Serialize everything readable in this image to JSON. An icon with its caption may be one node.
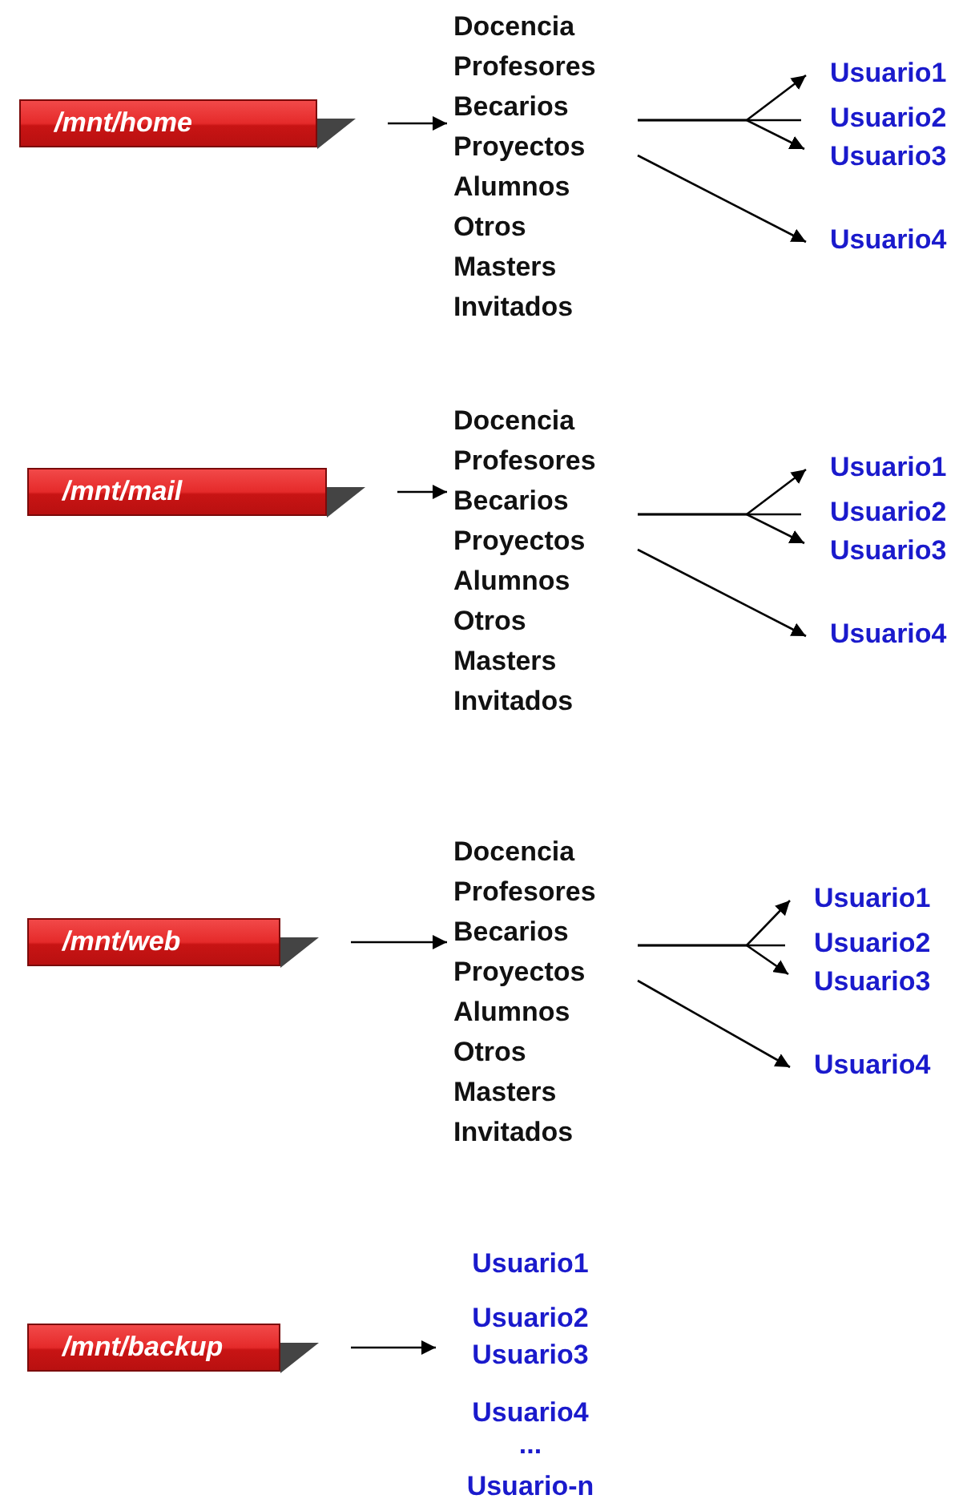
{
  "diagram": {
    "nodes": [
      {
        "text": [
          "/mnt/home"
        ]
      },
      {
        "text": [
          "Docencia",
          "Profesores",
          "Becarios",
          "Proyectos",
          "Alumnos",
          "Otros",
          "Masters",
          "Invitados"
        ]
      },
      {
        "text": [
          "Usuario1"
        ]
      },
      {
        "text": [
          "Usuario2"
        ]
      },
      {
        "text": [
          "Usuario3"
        ]
      },
      {
        "text": [
          "Usuario4"
        ]
      },
      {
        "text": [
          "/mnt/mail"
        ]
      },
      {
        "text": [
          "Docencia",
          "Profesores",
          "Becarios",
          "Proyectos",
          "Alumnos",
          "Otros",
          "Masters",
          "Invitados"
        ]
      },
      {
        "text": [
          "Usuario1"
        ]
      },
      {
        "text": [
          "Usuario2"
        ]
      },
      {
        "text": [
          "Usuario3"
        ]
      },
      {
        "text": [
          "Usuario4"
        ]
      },
      {
        "text": [
          "/mnt/web"
        ]
      },
      {
        "text": [
          "Docencia",
          "Profesores",
          "Becarios",
          "Proyectos",
          "Alumnos",
          "Otros",
          "Masters",
          "Invitados"
        ]
      },
      {
        "text": [
          "Usuario1"
        ]
      },
      {
        "text": [
          "Usuario2"
        ]
      },
      {
        "text": [
          "Usuario3"
        ]
      },
      {
        "text": [
          "Usuario4"
        ]
      },
      {
        "text": [
          "/mnt/backup"
        ]
      },
      {
        "text": [
          "Usuario1",
          "Usuario2",
          "Usuario3",
          "Usuario4",
          "...",
          "Usuario-n"
        ]
      }
    ],
    "edges": [
      {
        "from": 0,
        "to": 1,
        "arrow": "to"
      },
      {
        "from": 1,
        "to": 2,
        "arrow": "to"
      },
      {
        "from": 1,
        "to": 3,
        "arrow": "none"
      },
      {
        "from": 1,
        "to": 4,
        "arrow": "to"
      },
      {
        "from": 1,
        "to": 5,
        "arrow": "to"
      },
      {
        "from": 6,
        "to": 7,
        "arrow": "to"
      },
      {
        "from": 7,
        "to": 8,
        "arrow": "to"
      },
      {
        "from": 7,
        "to": 9,
        "arrow": "none"
      },
      {
        "from": 7,
        "to": 10,
        "arrow": "to"
      },
      {
        "from": 7,
        "to": 11,
        "arrow": "to"
      },
      {
        "from": 12,
        "to": 13,
        "arrow": "to"
      },
      {
        "from": 13,
        "to": 14,
        "arrow": "to"
      },
      {
        "from": 13,
        "to": 15,
        "arrow": "none"
      },
      {
        "from": 13,
        "to": 16,
        "arrow": "to"
      },
      {
        "from": 13,
        "to": 17,
        "arrow": "to"
      },
      {
        "from": 18,
        "to": 19,
        "arrow": "to"
      }
    ]
  }
}
